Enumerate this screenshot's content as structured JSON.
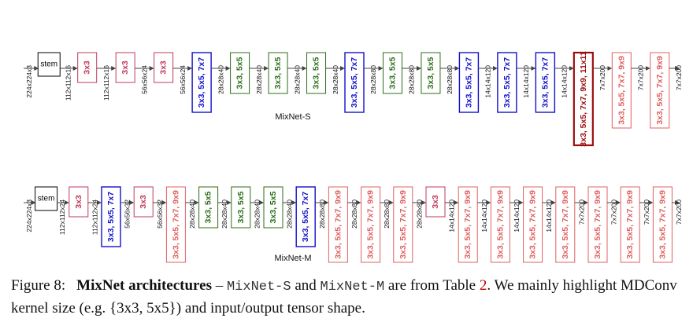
{
  "colors": {
    "stem": "#000000",
    "pink": "#c0395a",
    "blue": "#1111cc",
    "green": "#2d6e1a",
    "red": "#e06060",
    "darkred": "#9b0d0d",
    "arrow": "#444444"
  },
  "diagrams": [
    {
      "name": "MixNet-S",
      "input_shape": "224x224x3",
      "blocks": [
        {
          "label": "stem",
          "style": "stem",
          "out": "112x112x16"
        },
        {
          "label": "3x3",
          "style": "pink",
          "out": "112x112x16"
        },
        {
          "label": "3x3",
          "style": "pink",
          "out": "56x56x24"
        },
        {
          "label": "3x3",
          "style": "pink",
          "out": "56x56x24"
        },
        {
          "label": "3x3, 5x5, 7x7",
          "style": "blue",
          "out": "28x28x40"
        },
        {
          "label": "3x3, 5x5",
          "style": "green",
          "out": "28x28x40"
        },
        {
          "label": "3x3, 5x5",
          "style": "green",
          "out": "28x28x40"
        },
        {
          "label": "3x3, 5x5",
          "style": "green",
          "out": "28x28x40"
        },
        {
          "label": "3x3, 5x5, 7x7",
          "style": "blue",
          "out": "28x28x80"
        },
        {
          "label": "3x3, 5x5",
          "style": "green",
          "out": "28x28x80"
        },
        {
          "label": "3x3, 5x5",
          "style": "green",
          "out": "28x28x80"
        },
        {
          "label": "3x3, 5x5, 7x7",
          "style": "blue",
          "out": "14x14x120"
        },
        {
          "label": "3x3, 5x5, 7x7",
          "style": "blue",
          "out": "14x14x120"
        },
        {
          "label": "3x3, 5x5, 7x7",
          "style": "blue",
          "out": "14x14x120"
        },
        {
          "label": "3x3, 5x5, 7x7, 9x9, 11x11",
          "style": "darkred",
          "out": "7x7x200"
        },
        {
          "label": "3x3, 5x5, 7x7, 9x9",
          "style": "red",
          "out": "7x7x200"
        },
        {
          "label": "3x3, 5x5, 7x7, 9x9",
          "style": "red",
          "out": "7x7x200"
        }
      ]
    },
    {
      "name": "MixNet-M",
      "input_shape": "224x224x3",
      "blocks": [
        {
          "label": "stem",
          "style": "stem",
          "out": "112x112x24"
        },
        {
          "label": "3x3",
          "style": "pink",
          "out": "112x112x24"
        },
        {
          "label": "3x3, 5x5, 7x7",
          "style": "blue",
          "out": "56x56x32"
        },
        {
          "label": "3x3",
          "style": "pink",
          "out": "56x56x32"
        },
        {
          "label": "3x3, 5x5, 7x7, 9x9",
          "style": "red",
          "out": "28x28x40"
        },
        {
          "label": "3x3, 5x5",
          "style": "green",
          "out": "28x28x40"
        },
        {
          "label": "3x3, 5x5",
          "style": "green",
          "out": "28x28x40"
        },
        {
          "label": "3x3, 5x5",
          "style": "green",
          "out": "28x28x40"
        },
        {
          "label": "3x3, 5x5, 7x7",
          "style": "blue",
          "out": "28x28x80"
        },
        {
          "label": "3x3, 5x5, 7x7, 9x9",
          "style": "red",
          "out": "28x28x80"
        },
        {
          "label": "3x3, 5x5, 7x7, 9x9",
          "style": "red",
          "out": "28x28x80"
        },
        {
          "label": "3x3, 5x5, 7x7, 9x9",
          "style": "red",
          "out": "28x28x80"
        },
        {
          "label": "3x3",
          "style": "pink",
          "out": "14x14x120"
        },
        {
          "label": "3x3, 5x5, 7x7, 9x9",
          "style": "red",
          "out": "14x14x120"
        },
        {
          "label": "3x3, 5x5, 7x7, 9x9",
          "style": "red",
          "out": "14x14x120"
        },
        {
          "label": "3x3, 5x5, 7x7, 9x9",
          "style": "red",
          "out": "14x14x120"
        },
        {
          "label": "3x3, 5x5, 7x7, 9x9",
          "style": "red",
          "out": "7x7x200"
        },
        {
          "label": "3x3, 5x5, 7x7, 9x9",
          "style": "red",
          "out": "7x7x200"
        },
        {
          "label": "3x3, 5x5, 7x7, 9x9",
          "style": "red",
          "out": "7x7x200"
        },
        {
          "label": "3x3, 5x5, 7x7, 9x9",
          "style": "red",
          "out": "7x7x200"
        }
      ]
    }
  ],
  "caption": {
    "label": "Figure 8:",
    "title": "MixNet architectures",
    "dash": " – ",
    "model_s": "MixNet-S",
    "and": " and ",
    "model_m": "MixNet-M",
    "from": " are from Table ",
    "table_ref": "2",
    "rest": ". We mainly highlight MDConv kernel size (e.g. {3x3, 5x5}) and input/output tensor shape."
  }
}
